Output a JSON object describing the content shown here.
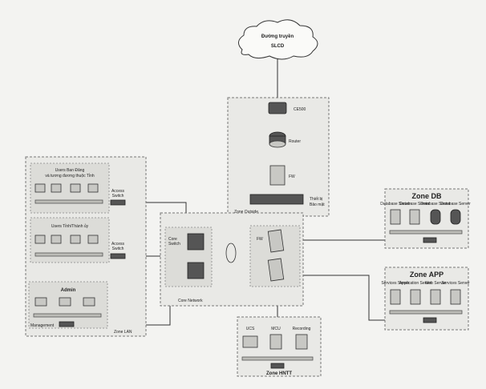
{
  "cloud": {
    "line1": "Đường truyền",
    "line2": "SLCD"
  },
  "core": {
    "ce500": "CE500",
    "router": "Router",
    "fw": "FW",
    "zone_outside": "Zone Outside",
    "security_line1": "Thiết bị",
    "security_line2": "Bảo mật"
  },
  "lan": {
    "group1_line1": "Users Ban Đảng",
    "group1_line2": "và tương đương thuộc Tỉnh",
    "group2": "Users Tỉnh/Thành ủy",
    "access1_line1": "Access",
    "access1_line2": "Switch",
    "access2_line1": "Access",
    "access2_line2": "Switch",
    "admin": "Admin",
    "management": "Management",
    "zone_label": "Zone LAN"
  },
  "core_network": {
    "core_switch_line1": "Core",
    "core_switch_line2": "Switch",
    "zone_label": "Core Network",
    "fw": "FW"
  },
  "zone_db": {
    "title": "Zone DB",
    "servers": [
      "Database Server",
      "Database Server",
      "Database Server",
      "Database Server"
    ]
  },
  "zone_app": {
    "title": "Zone APP",
    "servers": [
      "Services Server",
      "Application Server",
      "Web Server",
      "Services Server"
    ]
  },
  "zone_hntt": {
    "title": "Zone HNTT",
    "items": [
      "UCS",
      "MCU",
      "Recording"
    ]
  }
}
